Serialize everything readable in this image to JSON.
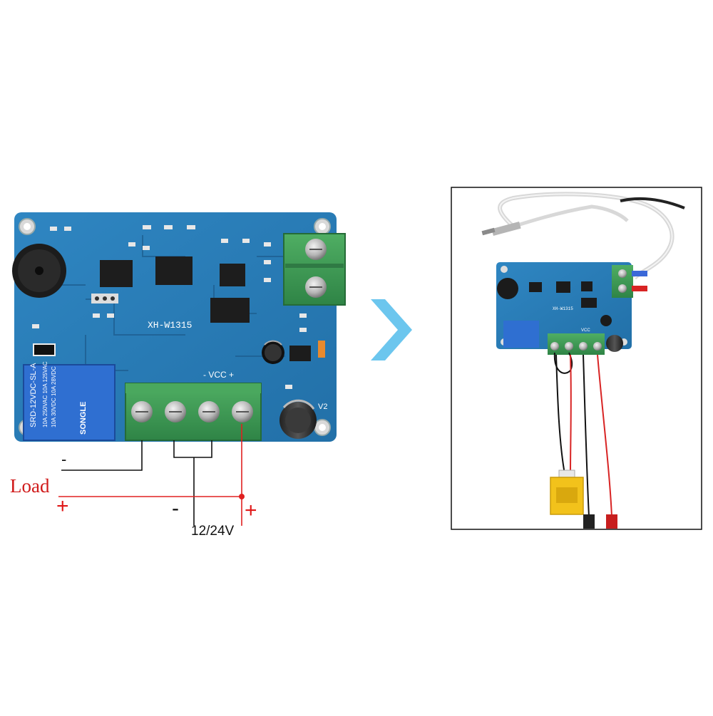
{
  "left_board": {
    "model_label": "XH-W1315",
    "relay_label": "SRD-12VDC-SL-A",
    "relay_brand": "SONGLE",
    "relay_ratings": [
      "10A 250VAC 10A 125VAC",
      "10A 30VDC 10A 28VDC"
    ],
    "vcc_label": "- VCC +",
    "version_label": "V2",
    "colors": {
      "pcb": "#2b7fb8",
      "terminal": "#3f9a55",
      "relay": "#2f6fd1"
    }
  },
  "wiring": {
    "load_label": "Load",
    "load_minus": "-",
    "load_plus": "+",
    "supply_minus": "-",
    "supply_plus": "+",
    "supply_label": "12/24V",
    "colors": {
      "black_wire": "#111111",
      "red_wire": "#e02020"
    }
  },
  "arrow": {
    "icon": "chevron-right-icon",
    "color": "#6cc6ee"
  },
  "right_photo": {
    "model_label": "XH-W1315",
    "vcc_label": "VCC",
    "icons": [
      "temperature-probe-icon",
      "thermostat-board-icon",
      "yellow-connector-icon",
      "alligator-clip-icon"
    ]
  }
}
